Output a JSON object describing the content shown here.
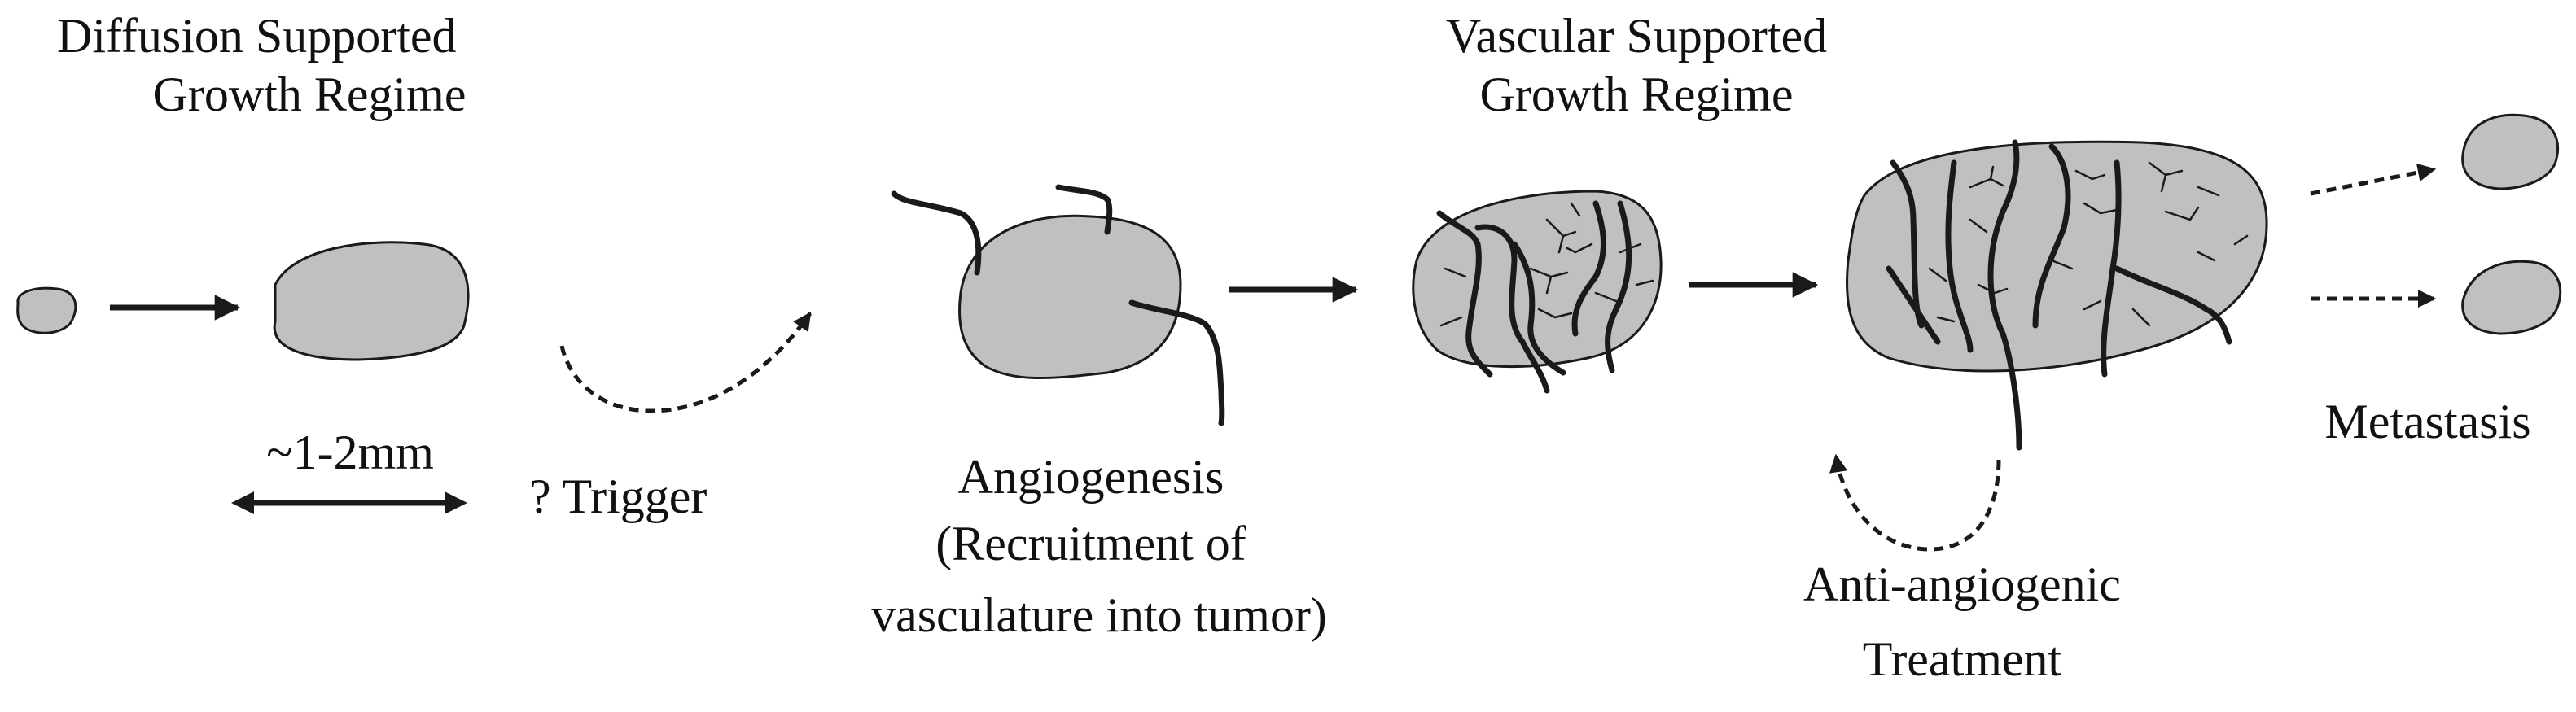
{
  "stages": {
    "diffusion": {
      "title_line1": "Diffusion Supported",
      "title_line2": "Growth Regime",
      "size_label": "~1-2mm"
    },
    "trigger": {
      "label": "? Trigger"
    },
    "angiogenesis": {
      "line1": "Angiogenesis",
      "line2": "(Recruitment of",
      "line3": "vasculature into tumor)"
    },
    "vascular": {
      "title_line1": "Vascular Supported",
      "title_line2": "Growth Regime"
    },
    "treatment": {
      "line1": "Anti-angiogenic",
      "line2": "Treatment"
    },
    "metastasis": {
      "label": "Metastasis"
    }
  },
  "colors": {
    "tumor_fill": "#c0c0c0",
    "stroke": "#1a1a1a",
    "vessel": "#1a1a1a"
  }
}
